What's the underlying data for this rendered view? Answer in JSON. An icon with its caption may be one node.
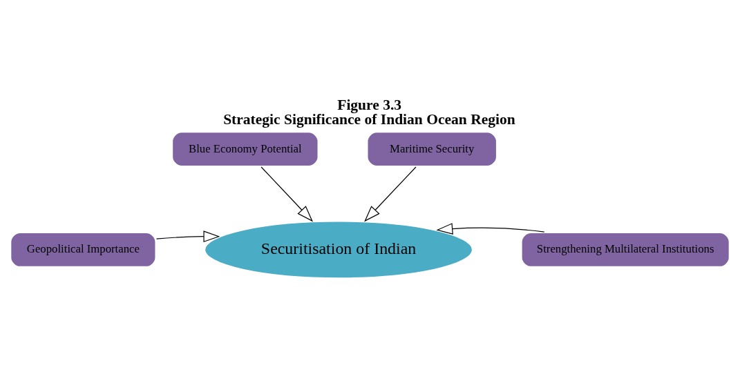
{
  "diagram": {
    "title": "Figure 3.3",
    "caption": "Strategic Significance of Indian Ocean Region",
    "nodes": [
      {
        "text": [
          "Blue Economy Potential"
        ]
      },
      {
        "text": [
          "Maritime Security"
        ]
      },
      {
        "text": [
          "Geopolitical Importance"
        ]
      },
      {
        "text": [
          "Securitisation of Indian"
        ]
      },
      {
        "text": [
          "Strengthening Multilateral Institutions"
        ]
      }
    ],
    "edges": [
      {
        "from": 0,
        "to": 3,
        "arrow": "to"
      },
      {
        "from": 1,
        "to": 3,
        "arrow": "to"
      },
      {
        "from": 2,
        "to": 3,
        "arrow": "to"
      },
      {
        "from": 4,
        "to": 3,
        "arrow": "to"
      }
    ]
  }
}
